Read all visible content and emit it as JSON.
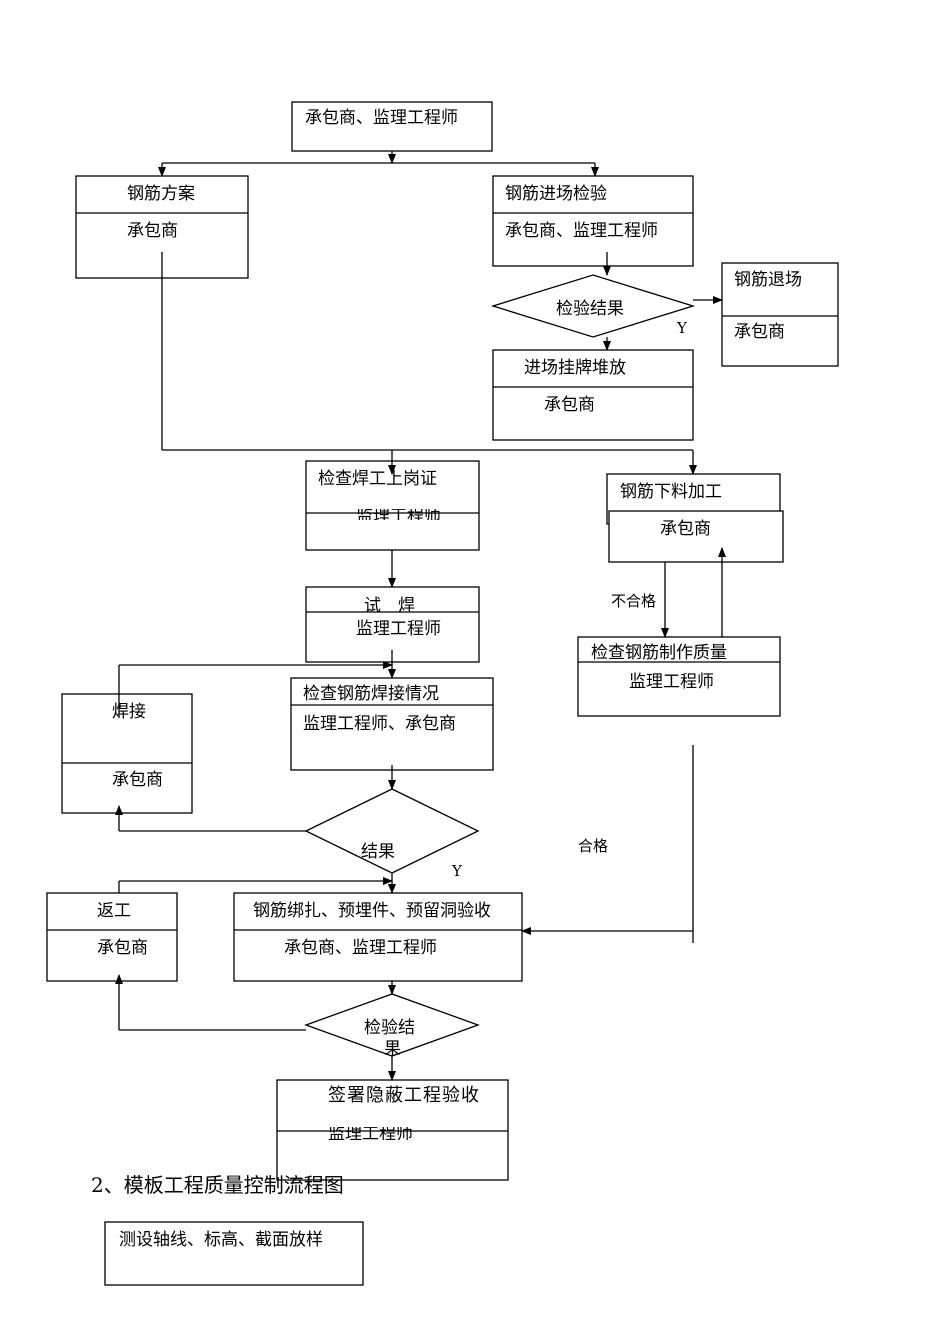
{
  "nodes": {
    "top": {
      "title": "承包商、监理工程师"
    },
    "plan": {
      "title": "钢筋方案",
      "role": "承包商"
    },
    "entry_inspection": {
      "title": "钢筋进场检验",
      "role": "承包商、监理工程师"
    },
    "inspect_result1": {
      "label": "检验结果"
    },
    "exit": {
      "title": "钢筋退场",
      "role": "承包商"
    },
    "stack": {
      "title": "进场挂牌堆放",
      "role": "承包商"
    },
    "welder_cert": {
      "title": "检查焊工上岗证",
      "role": "监理工程师"
    },
    "cutting": {
      "title": "钢筋下料加工",
      "role": "承包商"
    },
    "trial_weld": {
      "title": "试　焊",
      "role": "监理工程师"
    },
    "quality_check": {
      "title": "检查钢筋制作质量",
      "role": "监理工程师"
    },
    "weld_check": {
      "title": "检查钢筋焊接情况",
      "role": "监理工程师、承包商"
    },
    "weld": {
      "title": "焊接",
      "role": "承包商"
    },
    "result2": {
      "label": "结果"
    },
    "rework": {
      "title": "返工",
      "role": "承包商"
    },
    "binding": {
      "title": "钢筋绑扎、预埋件、预留洞验收",
      "role": "承包商、监理工程师"
    },
    "inspect_result3": {
      "label_line1": "检验结",
      "label_line2": "果"
    },
    "sign": {
      "title": "签署隐蔽工程验收",
      "role": "监理工程师"
    },
    "survey": {
      "title": "测设轴线、标高、截面放样"
    }
  },
  "edge_labels": {
    "y1": "Y",
    "y2": "Y",
    "fail": "不合格",
    "pass": "合格"
  },
  "section2": {
    "heading": "2、模板工程质量控制流程图"
  }
}
